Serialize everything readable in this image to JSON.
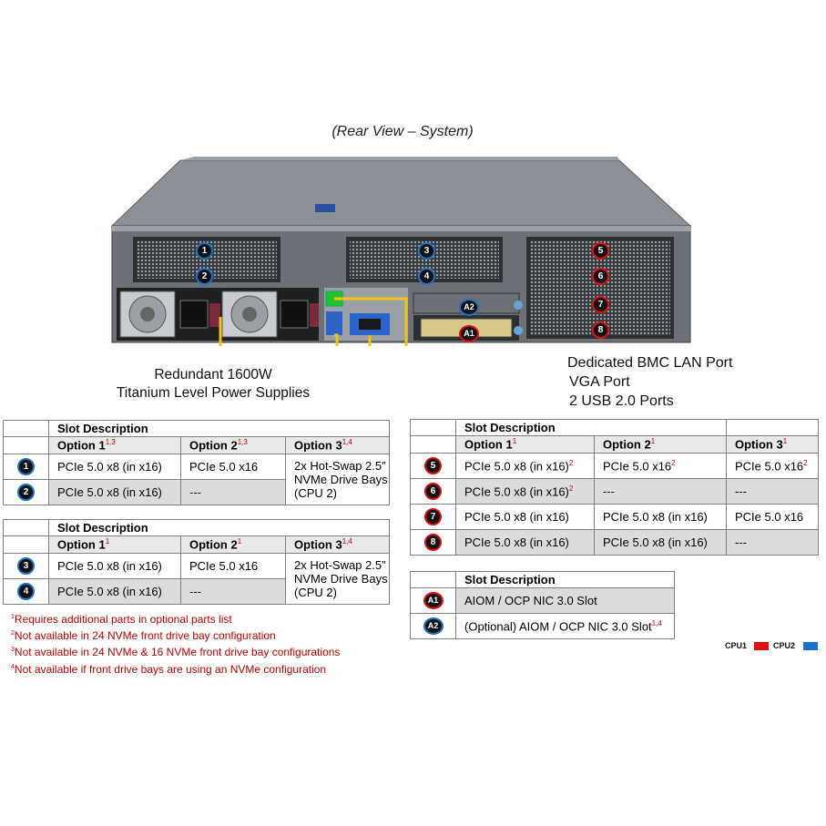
{
  "title": "(Rear View – System)",
  "server_markers": [
    "1",
    "2",
    "3",
    "4",
    "5",
    "6",
    "7",
    "8",
    "A2",
    "A1"
  ],
  "callouts": {
    "bmc": "Dedicated BMC LAN Port",
    "vga": "VGA Port",
    "usb": "2 USB 2.0 Ports",
    "psu_line1": "Redundant 1600W",
    "psu_line2": "Titanium Level Power Supplies"
  },
  "colors": {
    "cpu1": "#e01010",
    "cpu2": "#1a73c8",
    "callout_line": "#f2c21b"
  },
  "table1": {
    "header": "Slot Description",
    "options": [
      "Option 1",
      "Option 2",
      "Option 3"
    ],
    "option_sups": [
      "1,3",
      "1,3",
      "1,4"
    ],
    "rows": [
      {
        "slot": "1",
        "opt1": "PCIe 5.0 x8 (in x16)",
        "opt2": "PCIe 5.0 x16"
      },
      {
        "slot": "2",
        "opt1": "PCIe 5.0 x8 (in x16)",
        "opt2": "---"
      }
    ],
    "opt3_merged": [
      "2x Hot-Swap 2.5”",
      "NVMe Drive Bays",
      "(CPU 2)"
    ]
  },
  "table2": {
    "header": "Slot Description",
    "options": [
      "Option 1",
      "Option 2",
      "Option 3"
    ],
    "option_sups": [
      "1",
      "1",
      "1,4"
    ],
    "rows": [
      {
        "slot": "3",
        "opt1": "PCIe 5.0 x8 (in x16)",
        "opt2": "PCIe 5.0 x16"
      },
      {
        "slot": "4",
        "opt1": "PCIe 5.0 x8 (in x16)",
        "opt2": "---"
      }
    ],
    "opt3_merged": [
      "2x Hot-Swap 2.5”",
      "NVMe Drive Bays",
      "(CPU 2)"
    ]
  },
  "table3": {
    "header": "Slot Description",
    "options": [
      "Option 1",
      "Option 2",
      "Option 3"
    ],
    "option_sups": [
      "1",
      "1",
      "1"
    ],
    "rows": [
      {
        "slot": "5",
        "opt1": "PCIe 5.0 x8 (in x16)",
        "opt1_sup": "2",
        "opt2": "PCIe 5.0 x16",
        "opt2_sup": "2",
        "opt3": "PCIe 5.0 x16",
        "opt3_sup": "2"
      },
      {
        "slot": "6",
        "opt1": "PCIe 5.0 x8 (in x16)",
        "opt1_sup": "2",
        "opt2": "---",
        "opt2_sup": "",
        "opt3": "---",
        "opt3_sup": ""
      },
      {
        "slot": "7",
        "opt1": "PCIe 5.0 x8 (in x16)",
        "opt1_sup": "",
        "opt2": "PCIe 5.0 x8 (in x16)",
        "opt2_sup": "",
        "opt3": "PCIe 5.0 x16",
        "opt3_sup": ""
      },
      {
        "slot": "8",
        "opt1": "PCIe 5.0 x8 (in x16)",
        "opt1_sup": "",
        "opt2": "PCIe 5.0 x8 (in x16)",
        "opt2_sup": "",
        "opt3": "---",
        "opt3_sup": ""
      }
    ]
  },
  "table4": {
    "header": "Slot Description",
    "rows": [
      {
        "slot": "A1",
        "desc": "AIOM / OCP NIC 3.0 Slot",
        "sup": ""
      },
      {
        "slot": "A2",
        "desc": "(Optional) AIOM / OCP NIC 3.0 Slot",
        "sup": "1,4"
      }
    ]
  },
  "footnotes": [
    {
      "num": "1",
      "text": "Requires additional parts in optional parts list"
    },
    {
      "num": "2",
      "text": "Not available in 24 NVMe front drive bay configuration"
    },
    {
      "num": "3",
      "text": "Not available in 24 NVMe & 16 NVMe front drive bay configurations"
    },
    {
      "num": "4",
      "text": "Not available if front drive bays are using an NVMe configuration"
    }
  ],
  "legend": {
    "cpu1": "CPU1",
    "cpu2": "CPU2"
  }
}
